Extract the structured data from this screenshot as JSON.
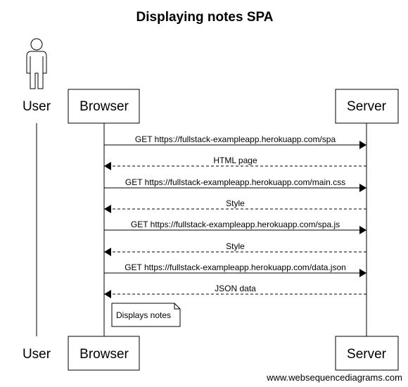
{
  "title": "Displaying notes SPA",
  "participants": [
    {
      "id": "user",
      "label": "User",
      "kind": "actor"
    },
    {
      "id": "browser",
      "label": "Browser",
      "kind": "box"
    },
    {
      "id": "server",
      "label": "Server",
      "kind": "box"
    }
  ],
  "messages": [
    {
      "from": "browser",
      "to": "server",
      "style": "solid",
      "label": "GET https://fullstack-exampleapp.herokuapp.com/spa"
    },
    {
      "from": "server",
      "to": "browser",
      "style": "dashed",
      "label": "HTML page"
    },
    {
      "from": "browser",
      "to": "server",
      "style": "solid",
      "label": "GET https://fullstack-exampleapp.herokuapp.com/main.css"
    },
    {
      "from": "server",
      "to": "browser",
      "style": "dashed",
      "label": "Style"
    },
    {
      "from": "browser",
      "to": "server",
      "style": "solid",
      "label": "GET https://fullstack-exampleapp.herokuapp.com/spa.js"
    },
    {
      "from": "server",
      "to": "browser",
      "style": "dashed",
      "label": "Style"
    },
    {
      "from": "browser",
      "to": "server",
      "style": "solid",
      "label": "GET https://fullstack-exampleapp.herokuapp.com/data.json"
    },
    {
      "from": "server",
      "to": "browser",
      "style": "dashed",
      "label": "JSON data"
    }
  ],
  "note": {
    "over": "browser",
    "text": "Displays notes"
  },
  "footer": "www.websequencediagrams.com"
}
